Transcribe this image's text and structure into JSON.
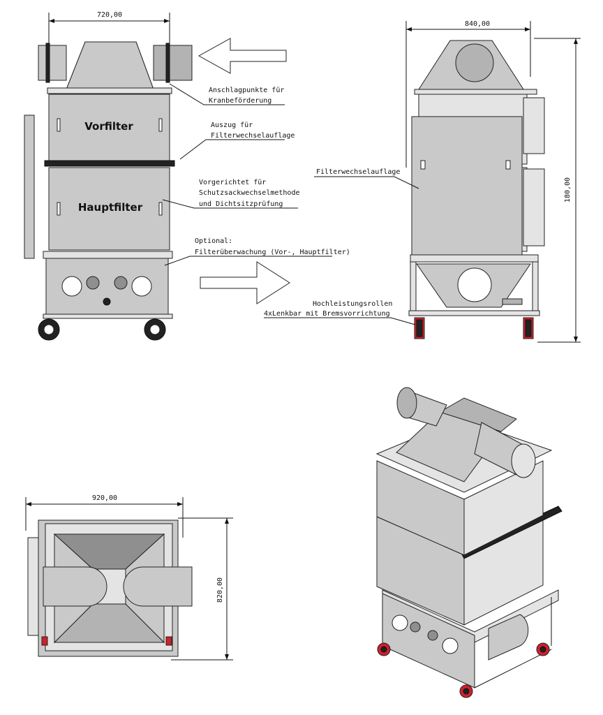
{
  "front_view": {
    "width_dim": "720,00",
    "prefilter_label": "Vorfilter",
    "mainfilter_label": "Hauptfilter",
    "callouts": {
      "lifting_points": [
        "Anschlagpunkte für",
        "Kranbeförderung"
      ],
      "drawer": [
        "Auszug für",
        "Filterwechselauflage"
      ],
      "prepared": [
        "Vorgerichtet für",
        "Schutzsackwechselmethode",
        "und Dichtsitzprüfung"
      ],
      "optional": [
        "Optional:",
        "Filterüberwachung (Vor-, Hauptfilter)"
      ]
    }
  },
  "side_view": {
    "width_dim": "840,00",
    "height_dim": "180,00",
    "callouts": {
      "filter_tray": "Filterwechselauflage",
      "casters": [
        "Hochleistungsrollen",
        "4xLenkbar mit Bremsvorrichtung"
      ]
    }
  },
  "top_view": {
    "width_dim": "920,00",
    "depth_dim": "820,00"
  },
  "colors": {
    "steel": "#c9c9c9",
    "caster_red": "#d0202a"
  }
}
